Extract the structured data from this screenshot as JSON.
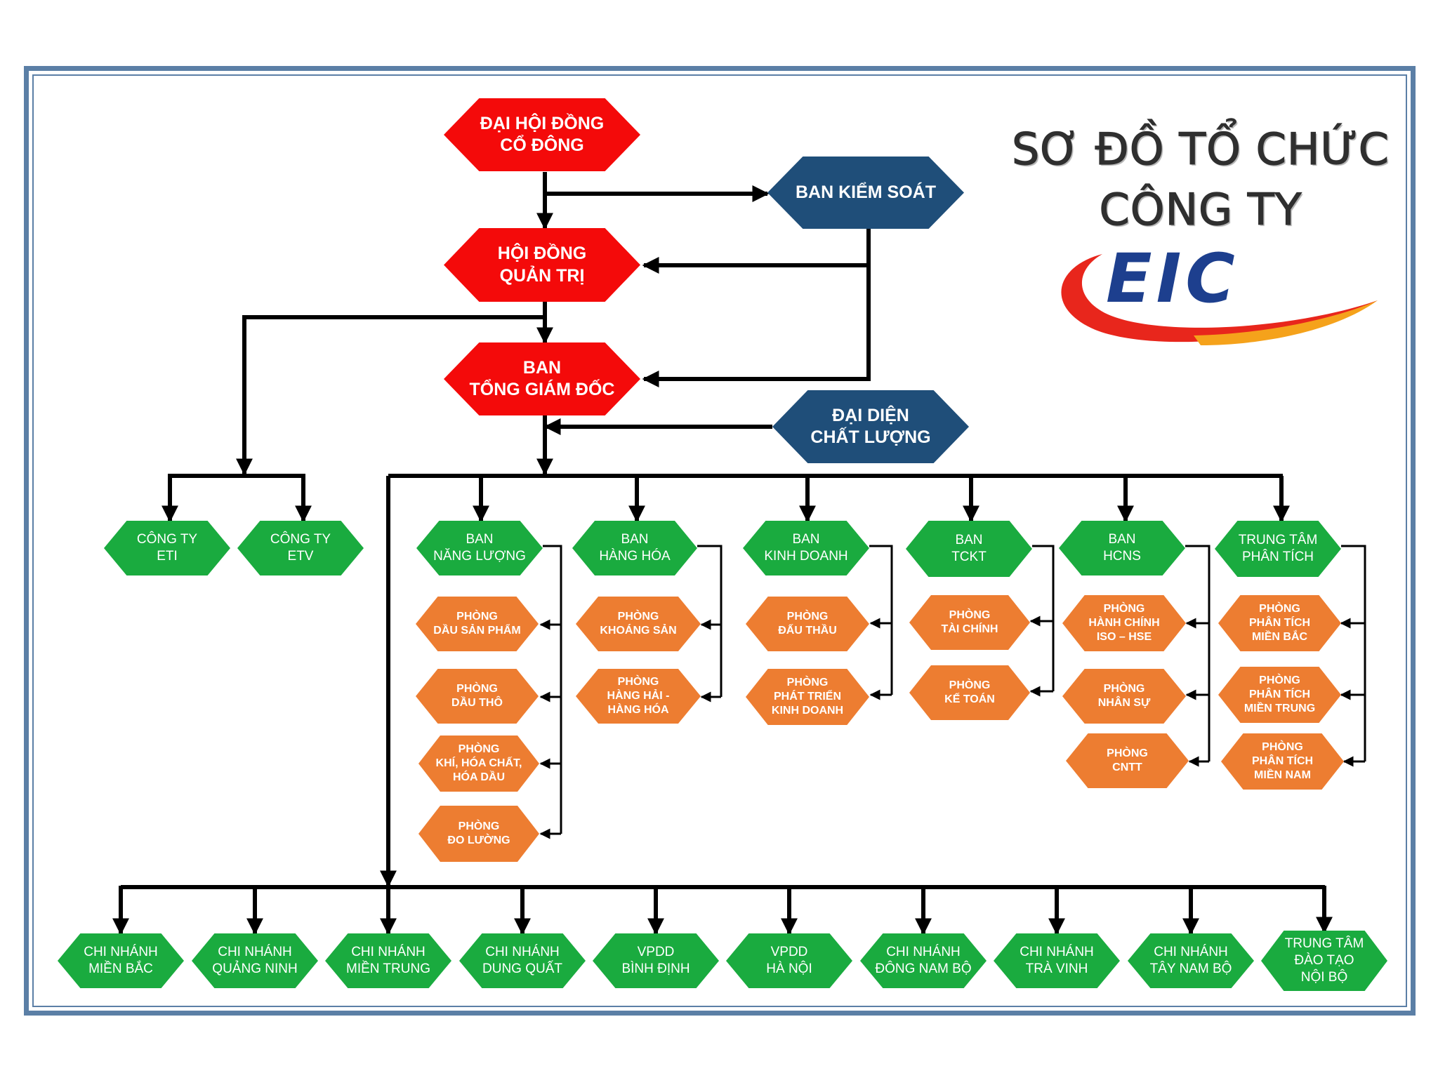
{
  "title": {
    "line1": "SƠ ĐỒ TỔ CHỨC",
    "line2": "CÔNG TY",
    "logo_text": "EIC"
  },
  "colors": {
    "governance": "#f40a0a",
    "supervisory": "#1f4e79",
    "unit": "#1aab3f",
    "department": "#ed7d31",
    "frame": "#5b7fa6",
    "logo_blue": "#1d3f8e",
    "logo_swoosh": "#e8261c"
  },
  "nodes": {
    "dhdcd": "ĐẠI HỘI ĐỒNG\nCỔ ĐÔNG",
    "bks": "BAN KIỂM SOÁT",
    "hdqt": "HỘI ĐỒNG\nQUẢN TRỊ",
    "btgd": "BAN\nTỔNG GIÁM ĐỐC",
    "ddcl": "ĐẠI DIỆN\nCHẤT LƯỢNG",
    "eti": "CÔNG TY\nETI",
    "etv": "CÔNG TY\nETV",
    "ban_nl": "BAN\nNĂNG LƯỢNG",
    "ban_hh": "BAN\nHÀNG HÓA",
    "ban_kd": "BAN\nKINH DOANH",
    "ban_tckt": "BAN\nTCKT",
    "ban_hcns": "BAN\nHCNS",
    "tt_pt": "TRUNG TÂM\nPHÂN TÍCH",
    "p_dsp": "PHÒNG\nDẦU SẢN PHẨM",
    "p_dt": "PHÒNG\nDẦU THÔ",
    "p_khc": "PHÒNG\nKHÍ, HÓA CHẤT,\nHÓA DẦU",
    "p_dl": "PHÒNG\nĐO LƯỜNG",
    "p_ks": "PHÒNG\nKHOÁNG SẢN",
    "p_hh": "PHÒNG\nHÀNG HẢI -\nHÀNG HÓA",
    "p_dthau": "PHÒNG\nĐẤU THẦU",
    "p_ptkd": "PHÒNG\nPHÁT TRIỂN\nKINH DOANH",
    "p_tc": "PHÒNG\nTÀI CHÍNH",
    "p_kt": "PHÒNG\nKẾ TOÁN",
    "p_hc": "PHÒNG\nHÀNH CHÍNH\nISO – HSE",
    "p_ns": "PHÒNG\nNHÂN SỰ",
    "p_cntt": "PHÒNG\nCNTT",
    "p_ptmb": "PHÒNG\nPHÂN TÍCH\nMIỀN BẮC",
    "p_ptmt": "PHÒNG\nPHÂN TÍCH\nMIỀN TRUNG",
    "p_ptmn": "PHÒNG\nPHÂN TÍCH\nMIỀN NAM",
    "cn_mb": "CHI NHÁNH\nMIỀN BẮC",
    "cn_qn": "CHI NHÁNH\nQUẢNG NINH",
    "cn_mt": "CHI NHÁNH\nMIỀN TRUNG",
    "cn_dq": "CHI NHÁNH\nDUNG QUẤT",
    "vp_bd": "VPDD\nBÌNH ĐỊNH",
    "vp_hn": "VPDD\nHÀ NỘI",
    "cn_dnb": "CHI NHÁNH\nĐÔNG NAM BỘ",
    "cn_tv": "CHI NHÁNH\nTRÀ VINH",
    "cn_tnb": "CHI NHÁNH\nTÂY NAM BỘ",
    "tt_dt": "TRUNG TÂM\nĐÀO TẠO\nNỘI BỘ"
  }
}
